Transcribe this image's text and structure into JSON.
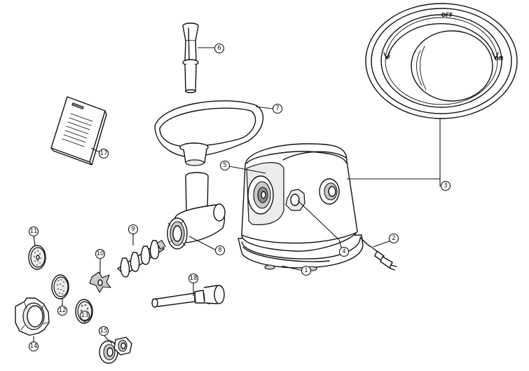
{
  "callouts": [
    {
      "id": "c1",
      "label": "1"
    },
    {
      "id": "c2",
      "label": "2"
    },
    {
      "id": "c3",
      "label": "3"
    },
    {
      "id": "c4",
      "label": "4"
    },
    {
      "id": "c5",
      "label": "5"
    },
    {
      "id": "c6",
      "label": "6"
    },
    {
      "id": "c7",
      "label": "7"
    },
    {
      "id": "c8",
      "label": "8"
    },
    {
      "id": "c9",
      "label": "9"
    },
    {
      "id": "c10",
      "label": "10"
    },
    {
      "id": "c11",
      "label": "11"
    },
    {
      "id": "c12",
      "label": "12"
    },
    {
      "id": "c13",
      "label": "13"
    },
    {
      "id": "c14",
      "label": "14"
    },
    {
      "id": "c15",
      "label": "15"
    },
    {
      "id": "c17",
      "label": "17"
    },
    {
      "id": "c18",
      "label": "18"
    }
  ],
  "switch_dial": {
    "off_label": "OFF",
    "on_label": "ON",
    "reverse_symbol": "↺"
  }
}
